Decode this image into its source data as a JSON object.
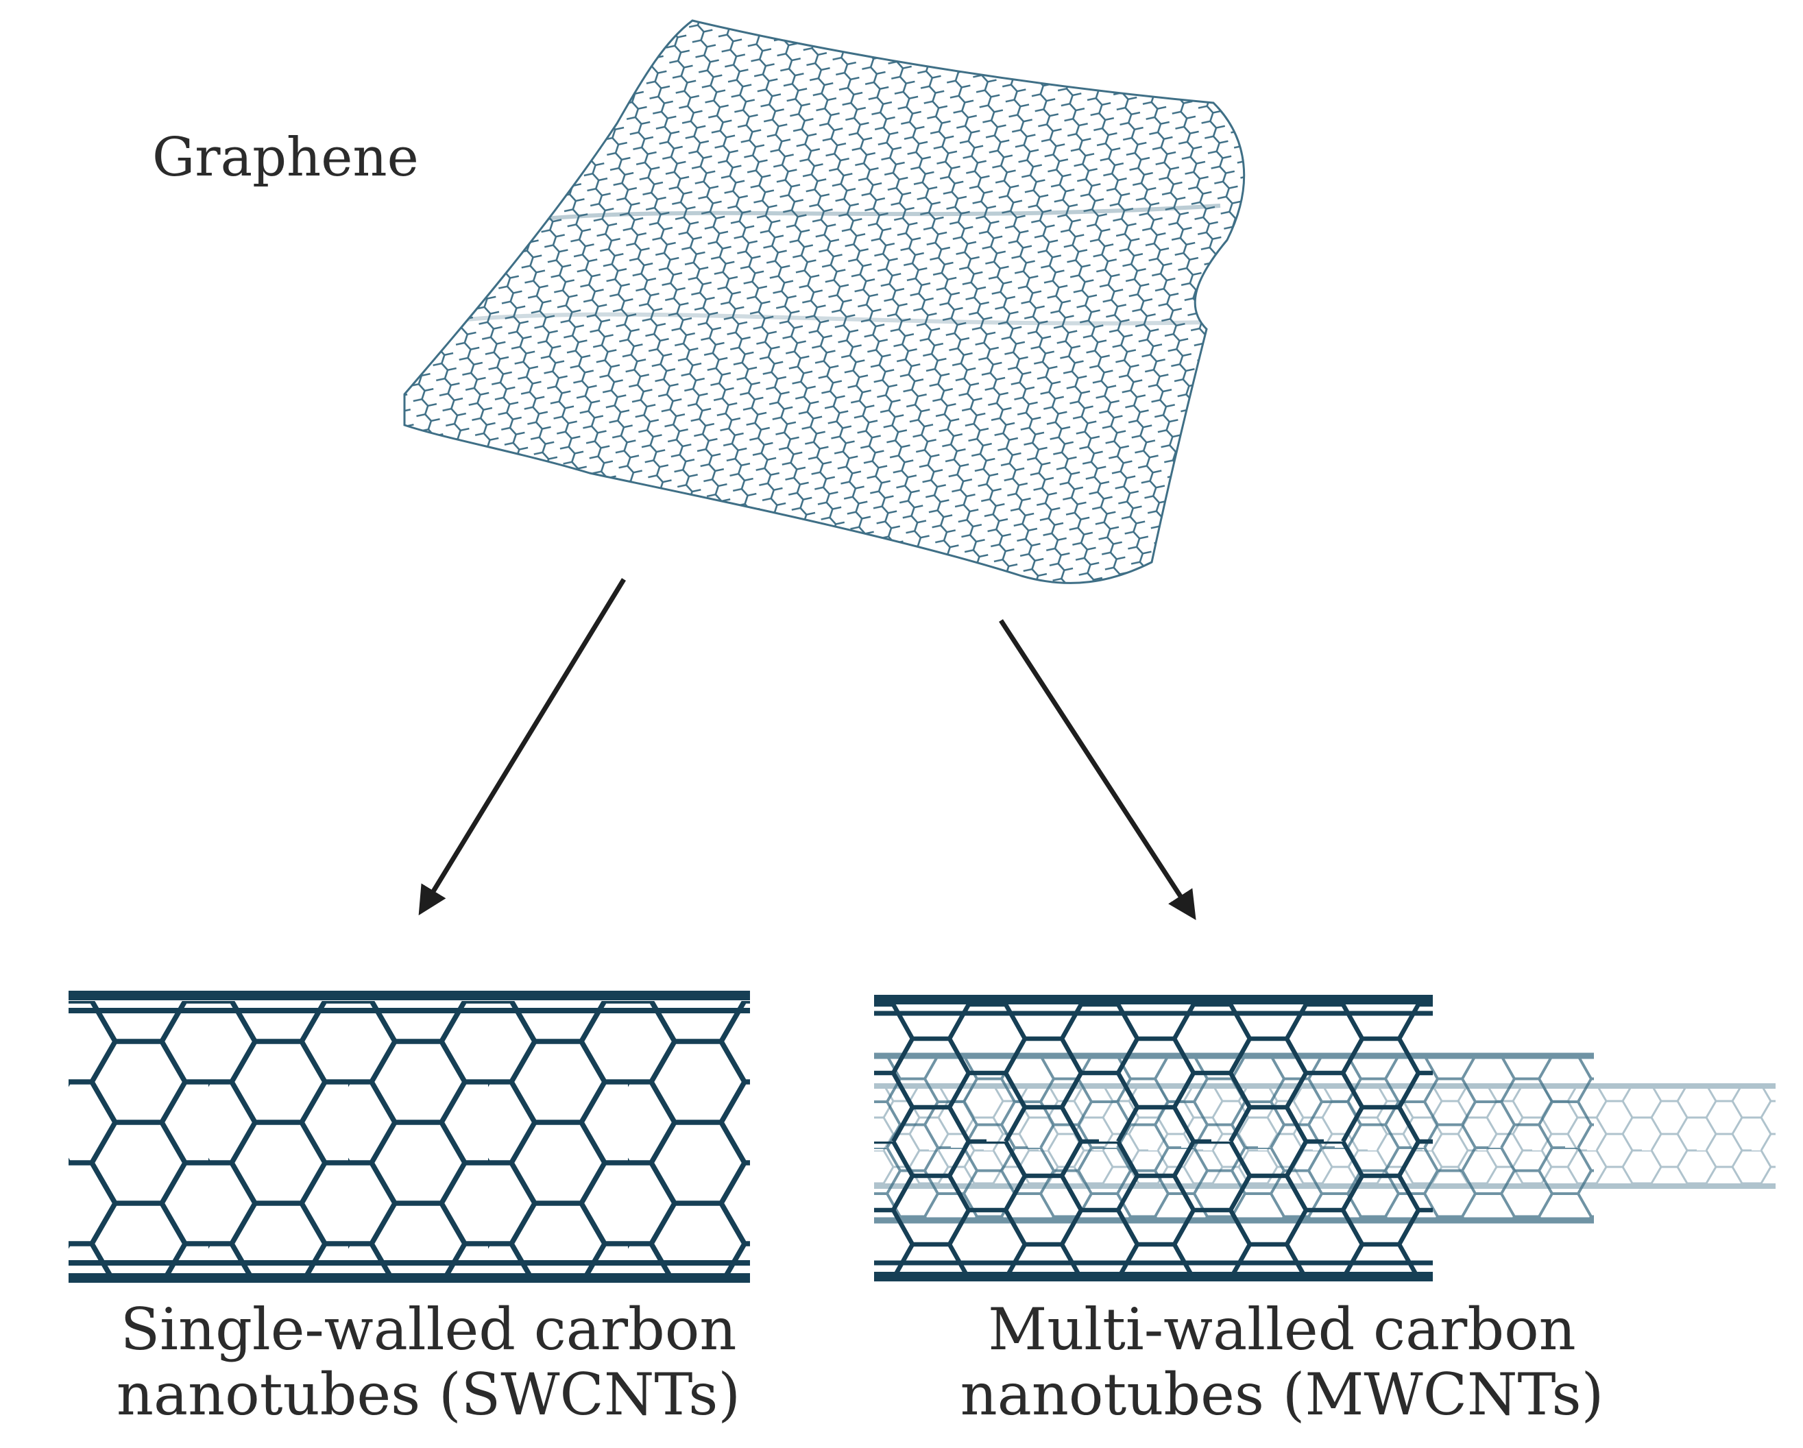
{
  "labels": {
    "graphene": "Graphene",
    "swcnt_line1": "Single-walled carbon",
    "swcnt_line2": "nanotubes (SWCNTs)",
    "mwcnt_line1": "Multi-walled carbon",
    "mwcnt_line2": "nanotubes (MWCNTs)"
  },
  "colors": {
    "graphene_stroke": "#3f6f86",
    "nanotube_stroke": "#163f55",
    "arrow": "#1e1e1e",
    "text": "#2b2b2b",
    "background": "#ffffff"
  }
}
